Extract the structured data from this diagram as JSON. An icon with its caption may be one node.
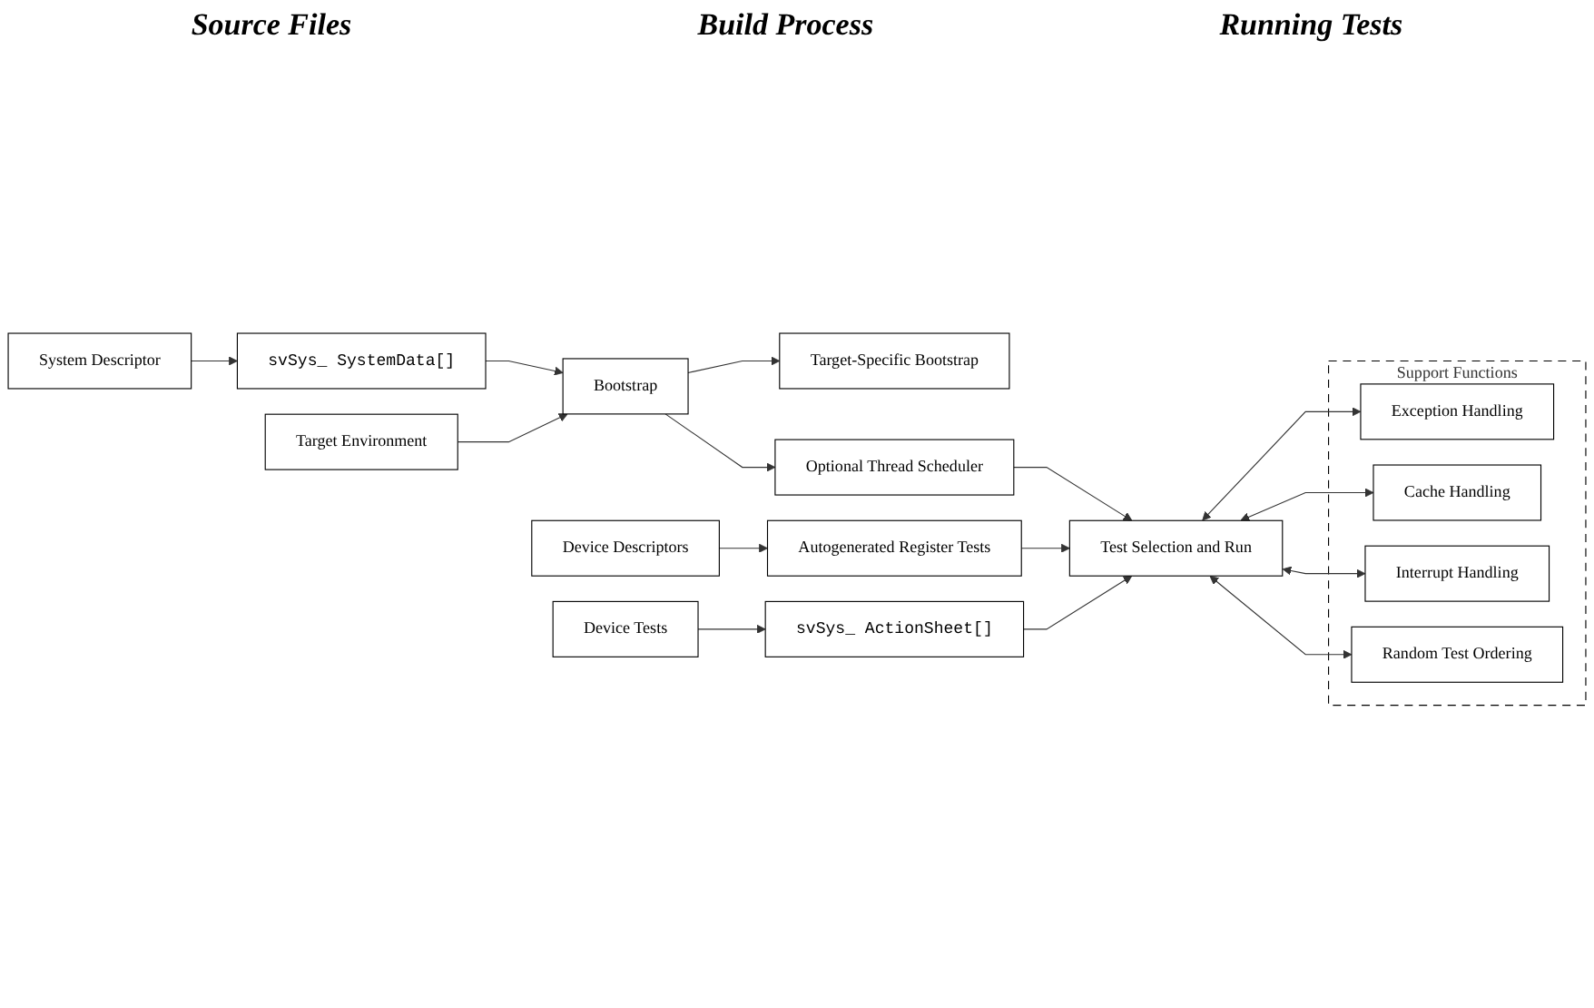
{
  "diagram": {
    "nodes": [
      {
        "text": [
          "System Descriptor"
        ]
      },
      {
        "text": [
          "svSys_ SystemData[]"
        ]
      },
      {
        "text": [
          "Target Environment"
        ]
      },
      {
        "text": [
          "Bootstrap"
        ]
      },
      {
        "text": [
          "Target-Specific Bootstrap"
        ]
      },
      {
        "text": [
          "Optional Thread Scheduler"
        ]
      },
      {
        "text": [
          "Device Descriptors"
        ]
      },
      {
        "text": [
          "Autogenerated Register Tests"
        ]
      },
      {
        "text": [
          "Device Tests"
        ]
      },
      {
        "text": [
          "svSys_ ActionSheet[]"
        ]
      },
      {
        "text": [
          "Test Selection and Run"
        ]
      },
      {
        "text": [
          "Support Functions"
        ]
      },
      {
        "text": [
          "Exception Handling"
        ],
        "in": 11
      },
      {
        "text": [
          "Cache Handling"
        ],
        "in": 11
      },
      {
        "text": [
          "Interrupt Handling"
        ],
        "in": 11
      },
      {
        "text": [
          "Random Test Ordering"
        ],
        "in": 11
      }
    ],
    "edges": [
      {
        "from": 0,
        "to": 1,
        "arrow": "to"
      },
      {
        "from": 1,
        "to": 3,
        "arrow": "to"
      },
      {
        "from": 2,
        "to": 3,
        "arrow": "to"
      },
      {
        "from": 3,
        "to": 4,
        "arrow": "to"
      },
      {
        "from": 3,
        "to": 5,
        "arrow": "to"
      },
      {
        "from": 5,
        "to": 10,
        "arrow": "to"
      },
      {
        "from": 6,
        "to": 7,
        "arrow": "to"
      },
      {
        "from": 8,
        "to": 9,
        "arrow": "to"
      },
      {
        "from": 7,
        "to": 10,
        "arrow": "to"
      },
      {
        "from": 9,
        "to": 10,
        "arrow": "to"
      },
      {
        "from": 10,
        "to": 12,
        "arrow": "both"
      },
      {
        "from": 10,
        "to": 13,
        "arrow": "both"
      },
      {
        "from": 10,
        "to": 14,
        "arrow": "both"
      },
      {
        "from": 10,
        "to": 15,
        "arrow": "both"
      }
    ],
    "labels": [
      "Source Files",
      "Build Process",
      "Running Tests"
    ]
  }
}
